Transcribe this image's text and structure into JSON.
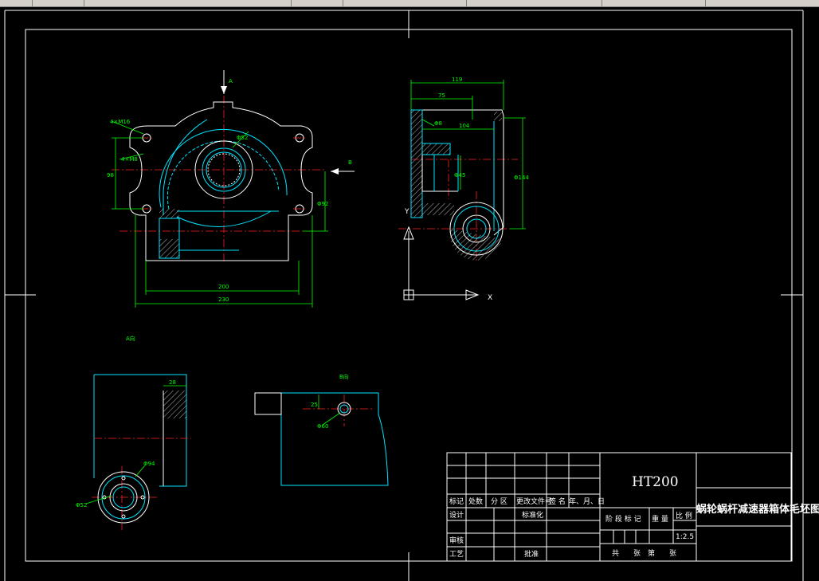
{
  "colors": {
    "background": "#000000",
    "outline": "#ffffff",
    "section_edge": "#00e5ff",
    "dimension": "#00ff00",
    "centerline": "#ff2020",
    "ucs": "#ffffff"
  },
  "views": {
    "view_a_marker": "A",
    "view_b_marker": "B",
    "view_a_caption": "A向",
    "view_b_caption": "B向"
  },
  "dimensions": {
    "front": {
      "hole1": "4×M16",
      "hole2": "4×M8",
      "height_left": "98",
      "bore": "Φ52",
      "height_right": "Φ92",
      "width_inner": "200",
      "width_outer": "230"
    },
    "side": {
      "w1": "119",
      "w2": "75",
      "r1": "Φ8",
      "w3": "104",
      "h1": "Φ45",
      "h2": "Φ144"
    },
    "a_view": {
      "d1": "28",
      "d2": "Φ94",
      "d3": "Φ52"
    },
    "b_view": {
      "d1": "25",
      "d2": "Φ60"
    }
  },
  "ucs": {
    "y_label": "Y",
    "x_label": "X"
  },
  "title_block": {
    "material": "HT200",
    "drawing_name": "蜗轮蜗杆减速器箱体毛坯图",
    "scale": "1:2.5",
    "rev_headers": [
      "标记",
      "处数",
      "分 区",
      "更改文件号",
      "签 名",
      "年、月、日"
    ],
    "design": "设计",
    "standardize": "标准化",
    "review": "审核",
    "process": "工艺",
    "approve": "批准",
    "stage_mark": "阶 段 标 记",
    "weight": "重 量",
    "ratio": "比 例",
    "sheets": "共　　张　第　　张"
  }
}
